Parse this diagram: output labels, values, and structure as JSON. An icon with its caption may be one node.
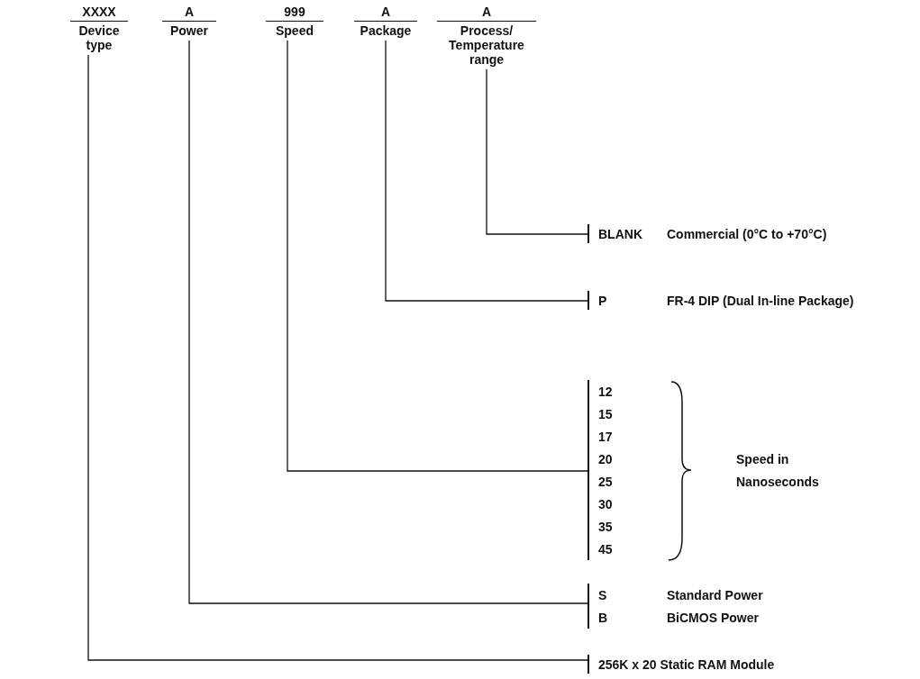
{
  "diagram": {
    "nodes": [
      {
        "text": [
          "XXXX",
          "Device type"
        ]
      },
      {
        "text": [
          "A",
          "Power"
        ]
      },
      {
        "text": [
          "999",
          "Speed"
        ]
      },
      {
        "text": [
          "A",
          "Package"
        ]
      },
      {
        "text": [
          "A",
          "Process/ Temperature range"
        ]
      },
      {
        "text": [
          "BLANK",
          "Commercial (0°C to +70°C)"
        ]
      },
      {
        "text": [
          "P",
          "FR-4 DIP (Dual In-line Package)"
        ]
      },
      {
        "text": [
          "12",
          "15",
          "17",
          "20",
          "25",
          "30",
          "35",
          "45"
        ]
      },
      {
        "text": [
          "S",
          "Standard Power",
          "B",
          "BiCMOS Power"
        ]
      },
      {
        "text": [
          "256K x 20 Static RAM Module"
        ]
      }
    ],
    "edges": [
      {
        "from": 4,
        "to": 5,
        "arrow": "none"
      },
      {
        "from": 3,
        "to": 6,
        "arrow": "none"
      },
      {
        "from": 2,
        "to": 7,
        "arrow": "none"
      },
      {
        "from": 1,
        "to": 8,
        "arrow": "none"
      },
      {
        "from": 0,
        "to": 9,
        "arrow": "none"
      }
    ],
    "labels": [
      "Speed in Nanoseconds"
    ]
  }
}
